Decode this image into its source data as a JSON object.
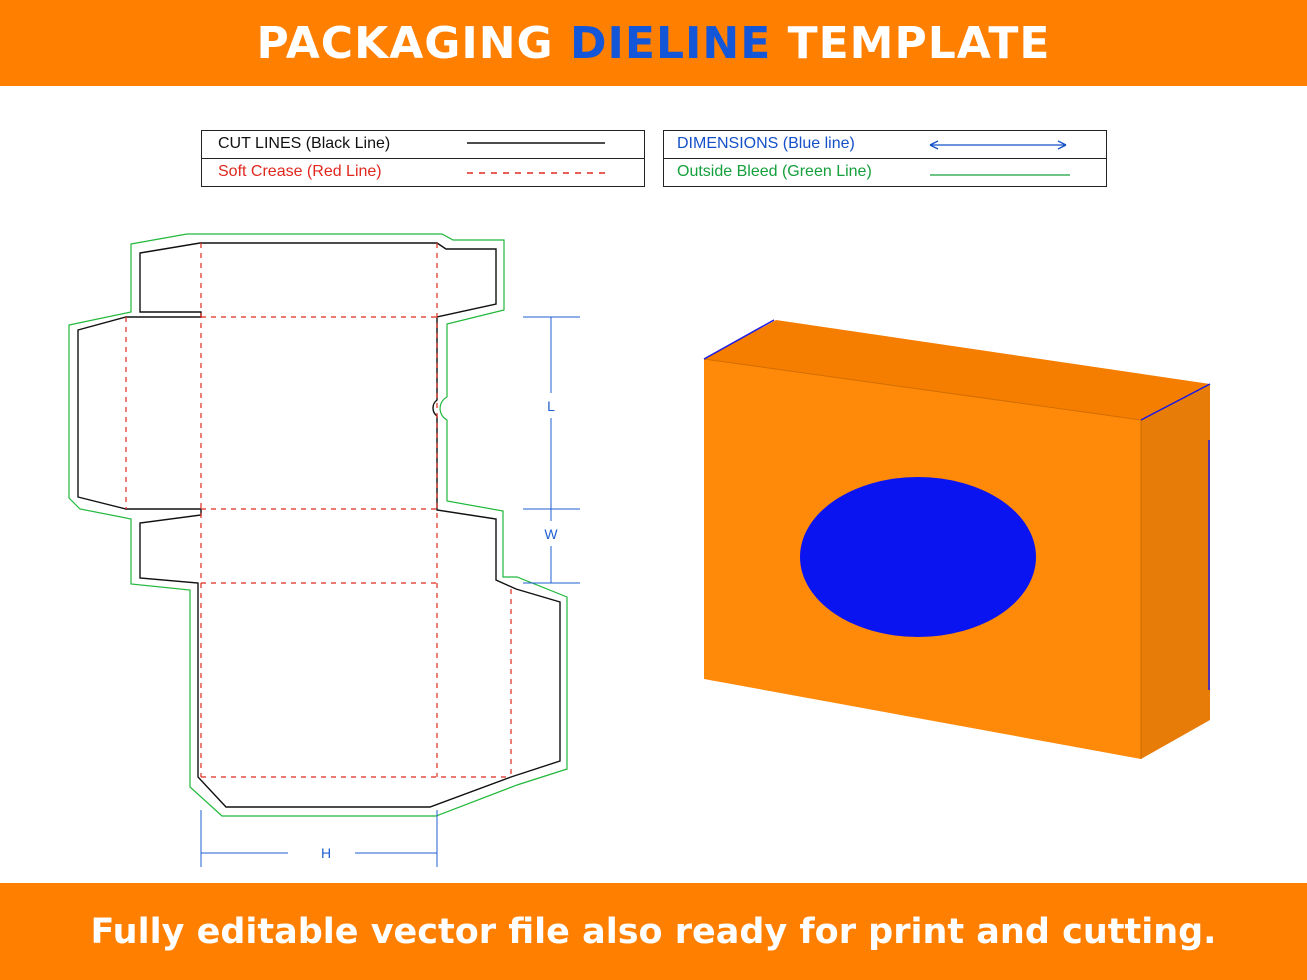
{
  "header": {
    "title_prefix": "PACKAGING",
    "title_accent": "DIELINE",
    "title_suffix": "TEMPLATE"
  },
  "legend": {
    "left": [
      {
        "label": "CUT LINES (Black Line)",
        "color": "#111111",
        "style": "solid"
      },
      {
        "label": "Soft Crease (Red Line)",
        "color": "#e0281e",
        "style": "dashed"
      }
    ],
    "right": [
      {
        "label": "DIMENSIONS (Blue line)",
        "color": "#1450c8",
        "style": "arrow"
      },
      {
        "label": "Outside Bleed (Green Line)",
        "color": "#15a03c",
        "style": "solid"
      }
    ]
  },
  "dimensions": {
    "length_label": "L",
    "width_label": "W",
    "height_label": "H"
  },
  "colors": {
    "cut": "#111111",
    "crease": "#e0281e",
    "bleed": "#20b83a",
    "dimension": "#1e5fd0",
    "box_front": "#ff8a0a",
    "box_top": "#f57e00",
    "box_side": "#e87c08",
    "window": "#0a14f0"
  },
  "footer": {
    "text": "Fully editable vector file also ready for print and cutting."
  }
}
